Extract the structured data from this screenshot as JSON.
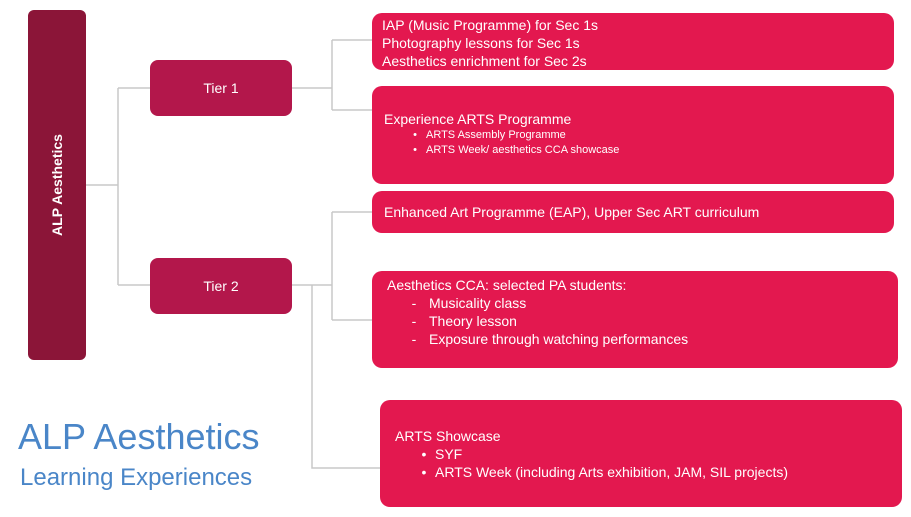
{
  "root": {
    "label": "ALP Aesthetics"
  },
  "tiers": [
    {
      "label": "Tier 1"
    },
    {
      "label": "Tier 2"
    }
  ],
  "boxes": {
    "b1": {
      "lines": [
        "IAP (Music Programme) for Sec 1s",
        "Photography lessons for Sec 1s",
        "Aesthetics enrichment for Sec 2s"
      ]
    },
    "b2": {
      "title": "Experience ARTS Programme",
      "bullets": [
        "ARTS Assembly Programme",
        "ARTS Week/ aesthetics CCA showcase"
      ]
    },
    "b3": {
      "title": "Enhanced Art Programme (EAP), Upper Sec ART curriculum"
    },
    "b4": {
      "title": "Aesthetics CCA: selected PA students:",
      "items": [
        "Musicality class",
        "Theory lesson",
        "Exposure through watching performances"
      ]
    },
    "b5": {
      "title": "ARTS Showcase",
      "bullets": [
        "SYF",
        "ARTS Week (including Arts exhibition, JAM,  SIL projects)"
      ]
    }
  },
  "caption": {
    "line1": "ALP Aesthetics",
    "line2": "Learning Experiences"
  },
  "colors": {
    "root": "#8b1538",
    "tier": "#b3174b",
    "box": "#e3184f",
    "connector": "#c8c8c8",
    "caption": "#4a86c8"
  }
}
